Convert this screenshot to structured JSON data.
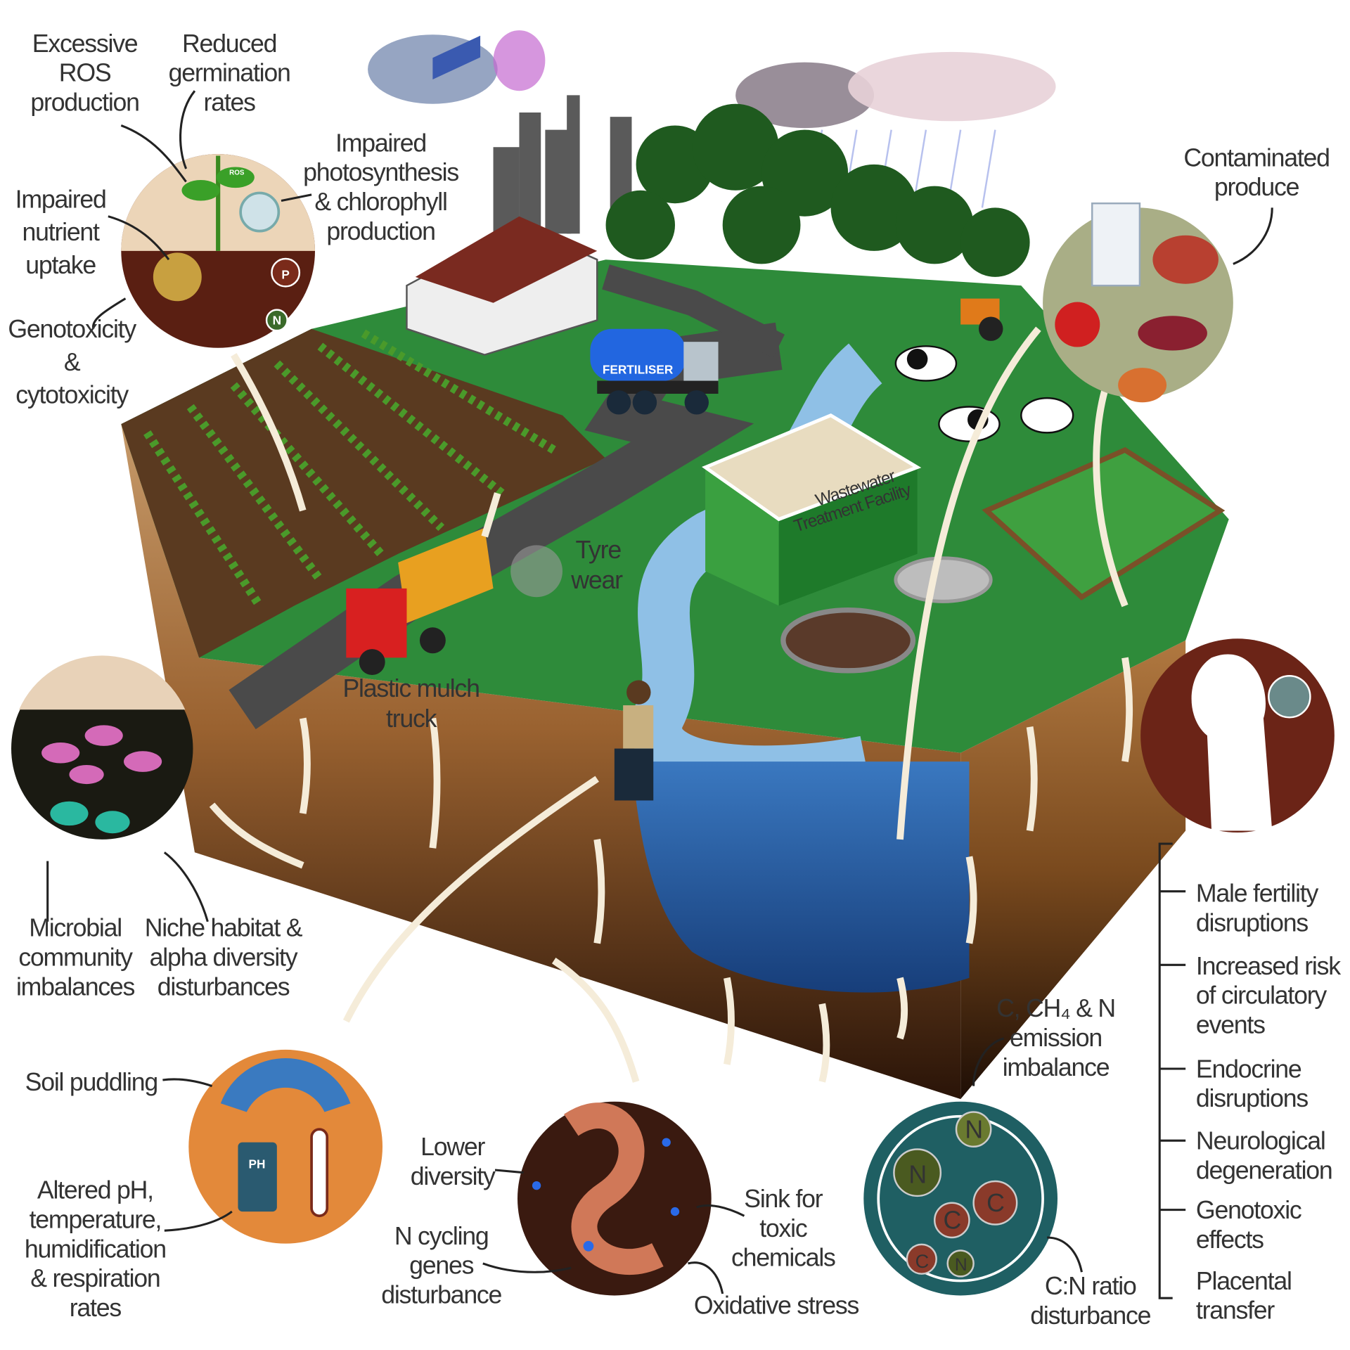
{
  "labels": {
    "ros": [
      "Excessive",
      "ROS",
      "production"
    ],
    "germination": [
      "Reduced",
      "germination",
      "rates"
    ],
    "photosynthesis": [
      "Impaired",
      "photosynthesis",
      "& chlorophyll",
      "production"
    ],
    "nutrient": [
      "Impaired",
      "nutrient",
      "uptake"
    ],
    "genotoxicity": [
      "Genotoxicity",
      "&",
      "cytotoxicity"
    ],
    "contaminated": [
      "Contaminated",
      "produce"
    ],
    "tyre": [
      "Tyre",
      "wear"
    ],
    "mulch_truck": [
      "Plastic mulch",
      "truck"
    ],
    "microbial": [
      "Microbial",
      "community",
      "imbalances"
    ],
    "niche": [
      "Niche habitat &",
      "alpha diversity",
      "disturbances"
    ],
    "soil_puddling": [
      "Soil puddling"
    ],
    "altered_ph": [
      "Altered pH,",
      "temperature,",
      "humidification",
      "& respiration",
      "rates"
    ],
    "lower_diversity": [
      "Lower",
      "diversity"
    ],
    "n_cycling": [
      "N cycling",
      "genes",
      "disturbance"
    ],
    "sink": [
      "Sink for",
      "toxic",
      "chemicals"
    ],
    "oxidative": [
      "Oxidative stress"
    ],
    "emission": [
      "C, CH₄ & N",
      "emission",
      "imbalance"
    ],
    "cn_ratio": [
      "C:N ratio",
      "disturbance"
    ]
  },
  "health_effects": [
    [
      "Male fertility",
      "disruptions"
    ],
    [
      "Increased risk",
      "of circulatory",
      "events"
    ],
    [
      "Endocrine",
      "disruptions"
    ],
    [
      "Neurological",
      "degeneration"
    ],
    [
      "Genotoxic",
      "effects"
    ],
    [
      "Placental",
      "transfer"
    ]
  ],
  "scene_text": {
    "fertiliser": "FERTILISER",
    "wwtf": [
      "Wastewater",
      "Treatment Facility"
    ],
    "ros_leaf": "ROS",
    "p_badge": "P",
    "n_badge": "N",
    "ph_meter": "PH",
    "cn_atoms": [
      "N",
      "N",
      "C",
      "C",
      "C",
      "N"
    ]
  },
  "colors": {
    "grass": "#2e8b3a",
    "soil": "#8a5a2b",
    "water": "#2a68b0",
    "teal_circle": "#1f5f63",
    "orange_circle": "#e3893a",
    "maroon_circle": "#6b2417",
    "produce_circle": "#a9ae86"
  }
}
